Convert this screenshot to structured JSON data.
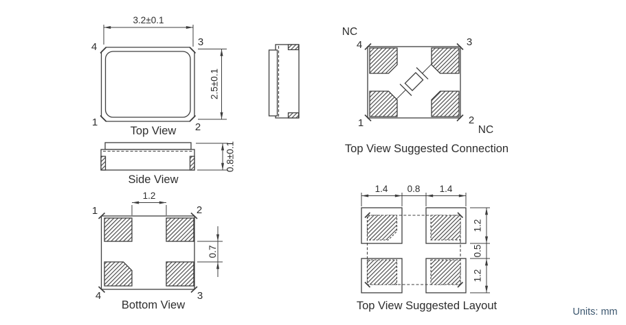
{
  "units_note": "Units: mm",
  "colors": {
    "line": "#3d3d3d",
    "text": "#2d2d2d",
    "units_text": "#3b566e",
    "background": "#ffffff"
  },
  "top_view": {
    "caption": "Top View",
    "width_dim": "3.2±0.1",
    "height_dim": "2.5±0.1",
    "pin_top_left": "4",
    "pin_top_right": "3",
    "pin_bottom_left": "1",
    "pin_bottom_right": "2"
  },
  "side_view": {
    "caption": "Side View",
    "height_dim": "0.8±0.1"
  },
  "bottom_view": {
    "caption": "Bottom View",
    "pad_gap_dim": "1.2",
    "pad_vertical_gap_dim": "0.7",
    "pin_top_left": "1",
    "pin_top_right": "2",
    "pin_bottom_left": "4",
    "pin_bottom_right": "3"
  },
  "connection_view": {
    "caption": "Top View Suggested Connection",
    "nc_top": "NC",
    "nc_bottom": "NC",
    "pin_top_left": "4",
    "pin_top_right": "3",
    "pin_bottom_left": "1",
    "pin_bottom_right": "2"
  },
  "layout_view": {
    "caption": "Top View Suggested Layout",
    "top_dims": [
      "1.4",
      "0.8",
      "1.4"
    ],
    "right_dims": [
      "1.2",
      "0.5",
      "1.2"
    ]
  }
}
